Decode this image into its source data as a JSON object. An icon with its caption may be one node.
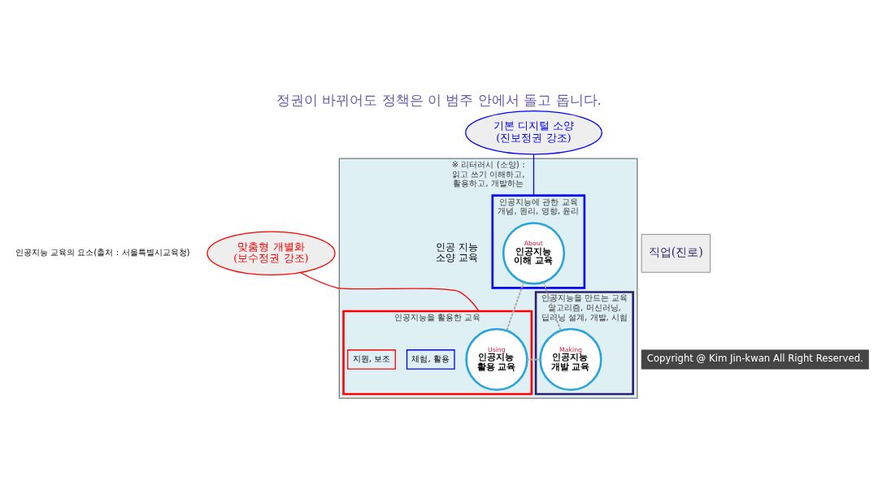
{
  "diagram": {
    "title": "정권이 바뀌어도 정책은 이 범주 안에서 돌고 돕니다.",
    "caption": "Copyright @ Kim Jin-kwan All Right Reserved.",
    "nodes": [
      {
        "text": [
          "※ 리터러시 (소양) : 읽고 쓰기 이해하고, 활용하고, 개발하는"
        ]
      },
      {
        "text": [
          "인공지능에 관한 교육 개념, 원리, 영향, 윤리"
        ],
        "in": 0
      },
      {
        "text": [
          "About",
          "인공지능 이해 교육"
        ],
        "in": 1
      },
      {
        "text": [
          "인공지능을 만드는 교육 알고리즘, 머신러닝, 딥러닝 설계, 개발, 시험"
        ],
        "in": 0
      },
      {
        "text": [
          "Making",
          "인공지능 개발 교육"
        ],
        "in": 3
      },
      {
        "text": [
          "인공지능을 활용한 교육"
        ],
        "in": 0
      },
      {
        "text": [
          "Using",
          "인공지능 활용 교육"
        ],
        "in": 5
      },
      {
        "text": [
          "체험, 활용"
        ],
        "in": 5
      },
      {
        "text": [
          "지원, 보조"
        ],
        "in": 5
      },
      {
        "text": [
          "기본 디지털 소양 (진보정권 강조)"
        ]
      },
      {
        "text": [
          "맞춤형 개별화 (보수정권 강조)"
        ]
      },
      {
        "text": [
          "직업(진로)"
        ]
      }
    ],
    "edges": [
      {
        "from": 2,
        "to": 4,
        "arrow": "none",
        "style": "dashed",
        "color": "#aaaaaa"
      },
      {
        "from": 4,
        "to": 6,
        "arrow": "none",
        "style": "dashed",
        "color": "#aaaaaa"
      },
      {
        "from": 2,
        "to": 6,
        "arrow": "none",
        "style": "dashed",
        "color": "#aaaaaa"
      },
      {
        "from": 9,
        "to": 1,
        "arrow": "none",
        "color": "#0000ff"
      },
      {
        "from": 10,
        "to": 5,
        "arrow": "none",
        "color": "#ff0000"
      }
    ],
    "labels": [
      "인공지능 교육의 요소(출처 : 서울특별시교육청)",
      "인공 지능 소양 교육"
    ]
  }
}
